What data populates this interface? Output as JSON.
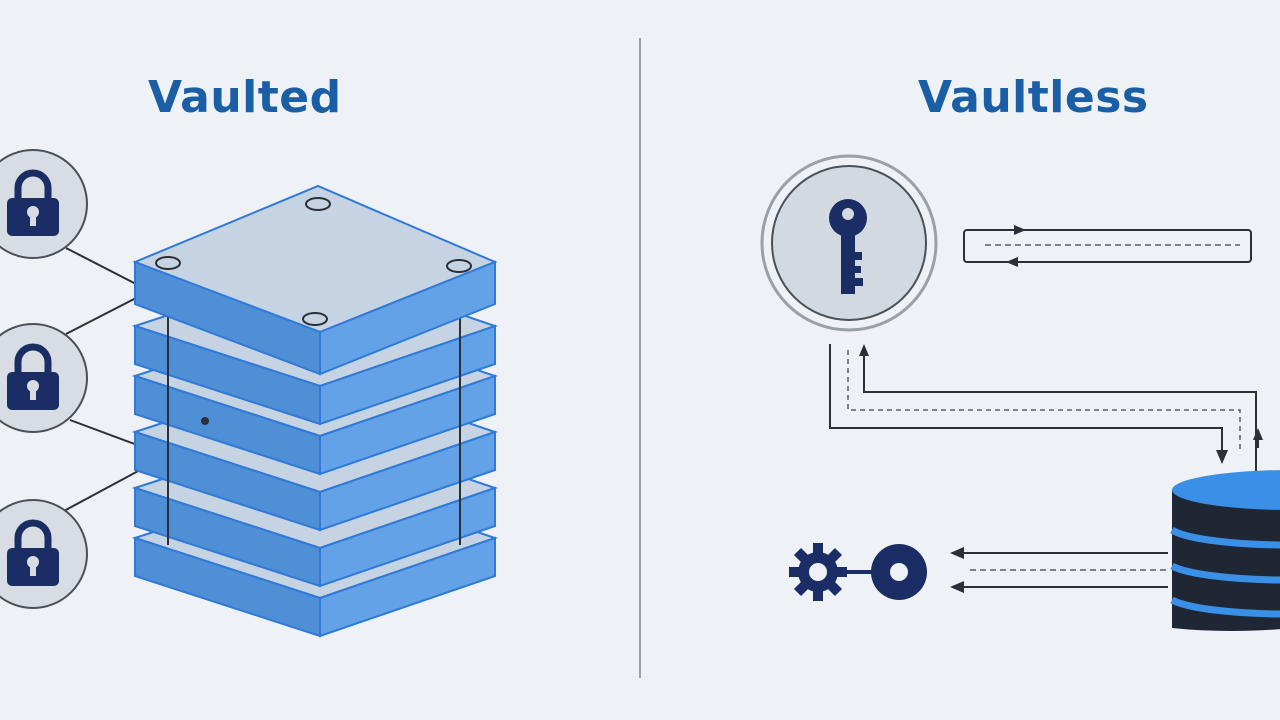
{
  "left_panel": {
    "title": "Vaulted",
    "icons": [
      "lock-icon",
      "lock-icon",
      "lock-icon",
      "layered-vault-stack"
    ]
  },
  "right_panel": {
    "title": "Vaultless",
    "icons": [
      "key-icon",
      "database-icon",
      "gear-icon",
      "token-ring-icon",
      "flow-arrows"
    ]
  },
  "colors": {
    "title": "#1a5ea6",
    "navy": "#1a2d64",
    "slab_top": "#c5d3e3",
    "slab_side": "#4f8fd6",
    "slab_edge": "#2f7ad8",
    "db_body": "#1e2733",
    "db_band": "#3a8fe6",
    "line": "#2a2f38",
    "divider": "#9aa0a8"
  }
}
